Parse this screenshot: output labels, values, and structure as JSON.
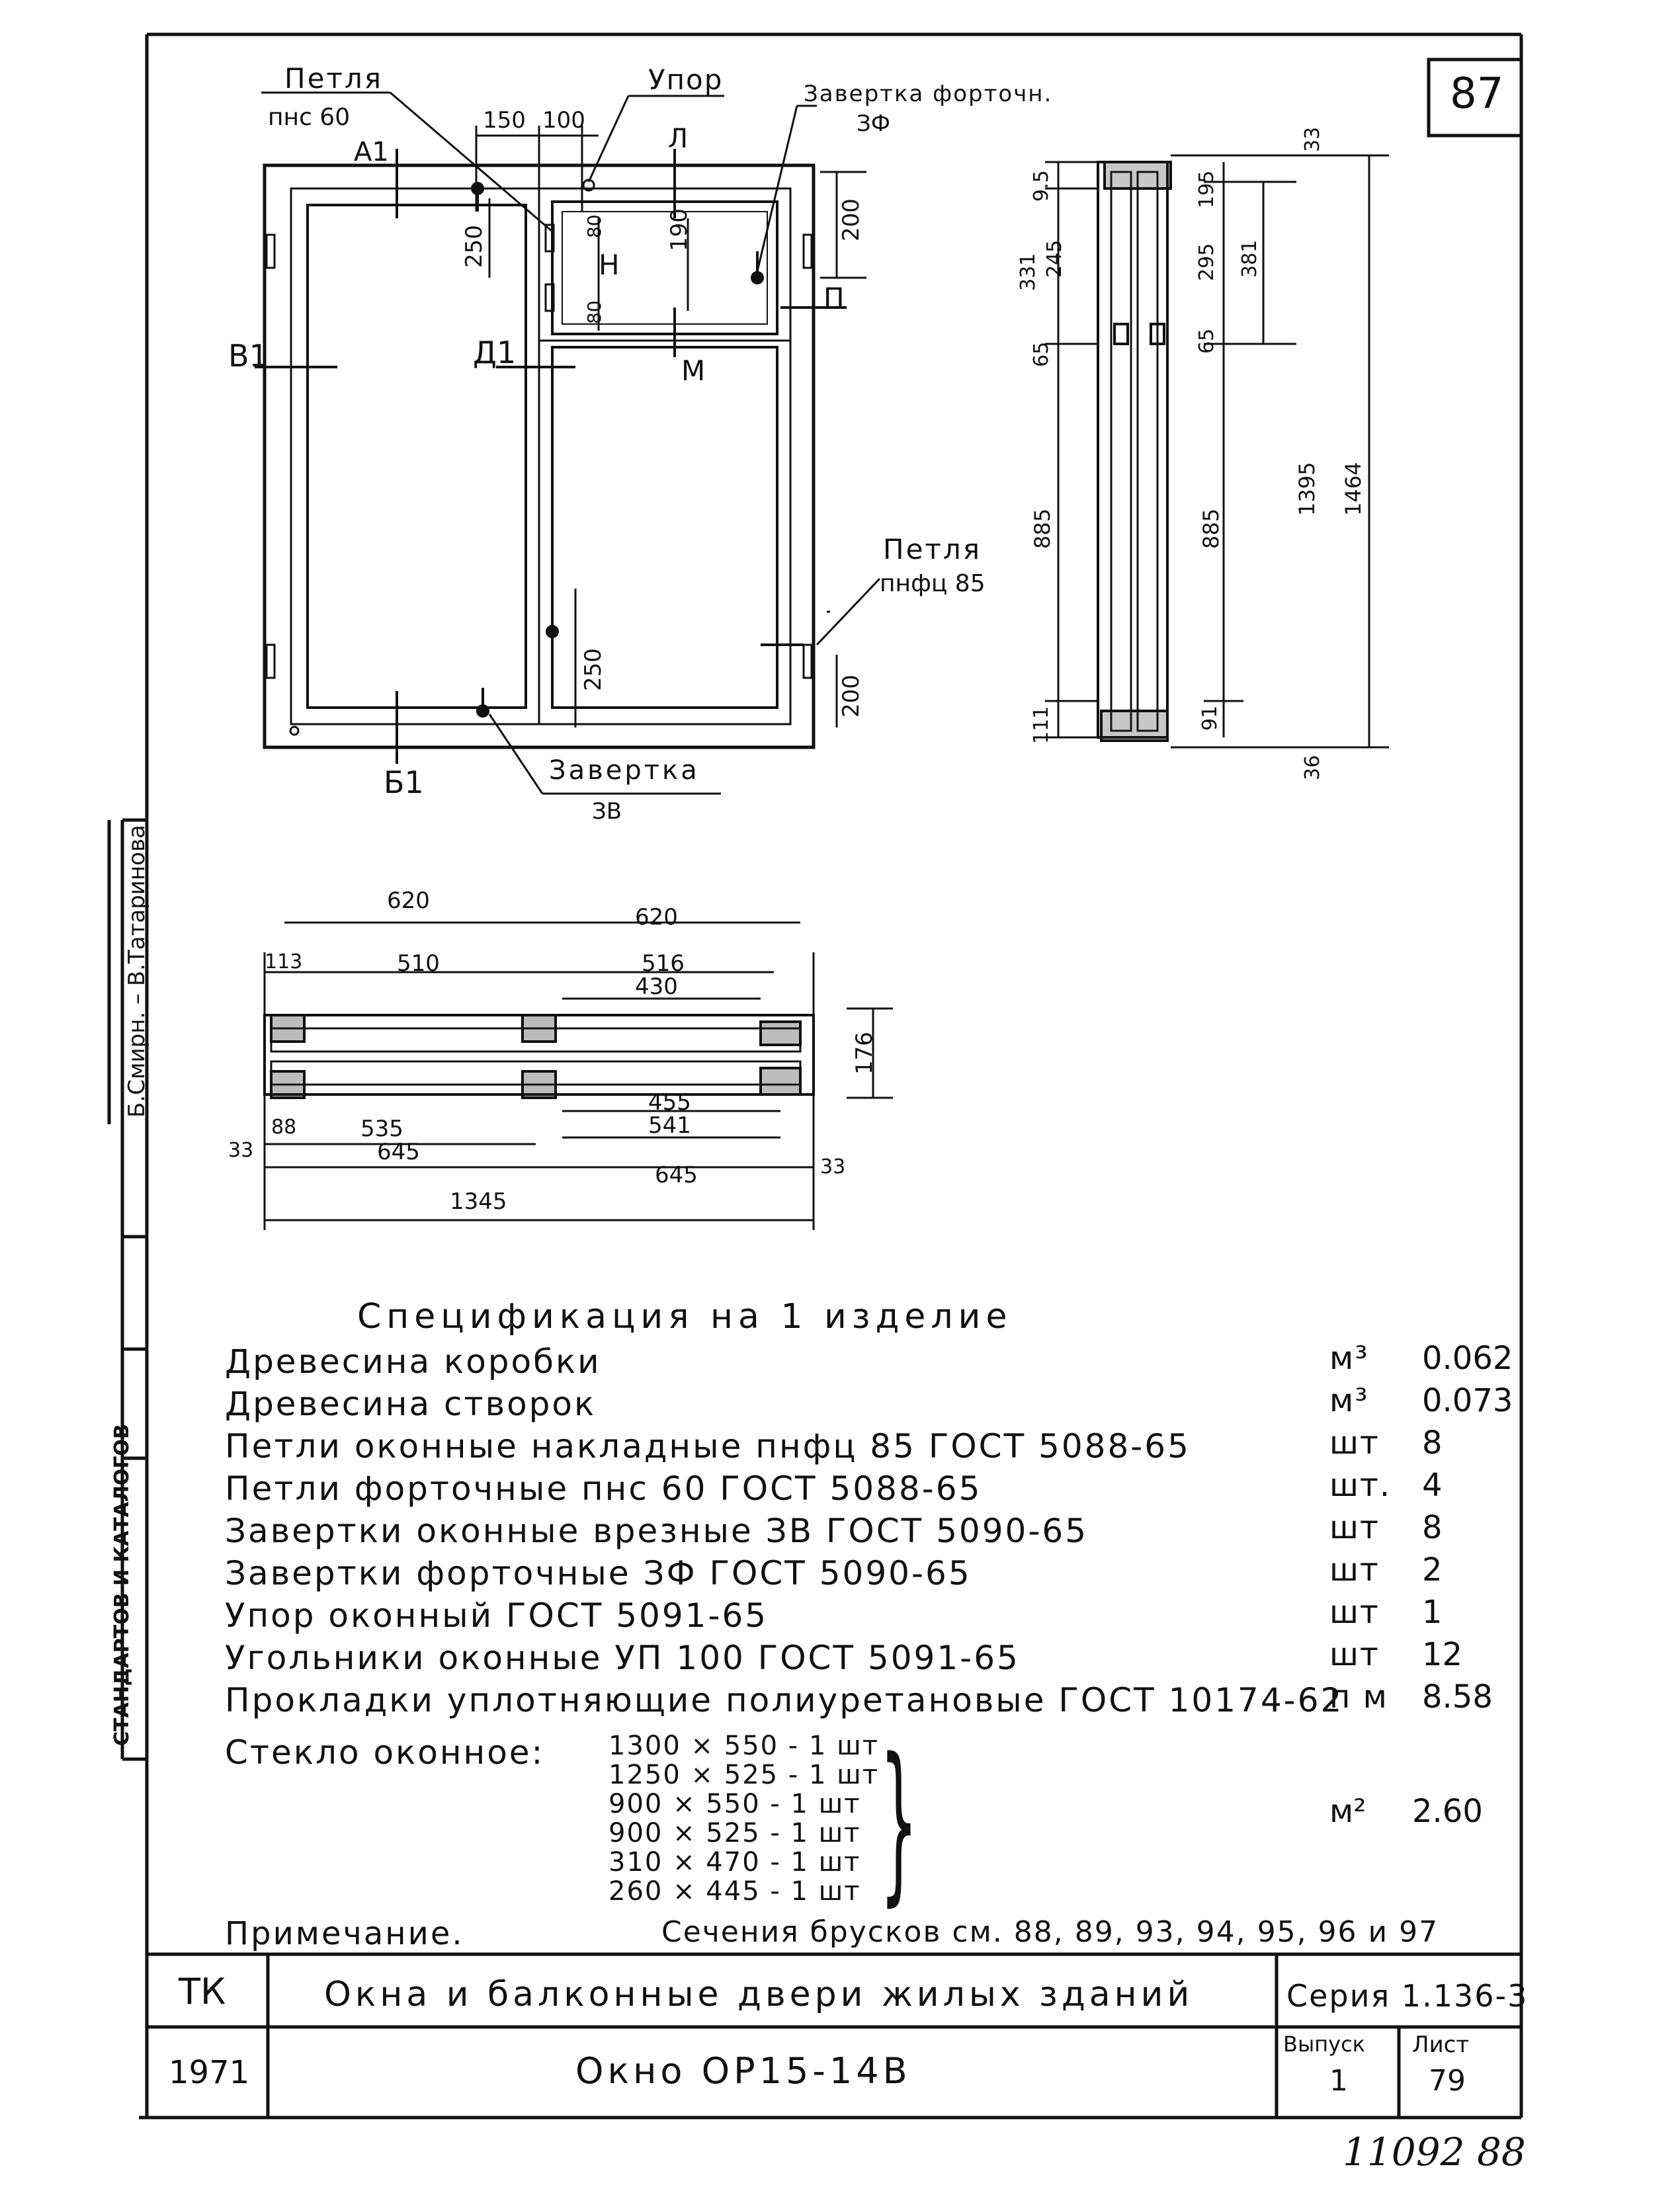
{
  "page_number": "87",
  "elevation": {
    "labels": {
      "petlya_top": "Петля",
      "petlya_top_code": "пнс 60",
      "upor": "Упор",
      "zavertka_fort": "Завертка форточн.",
      "zavertka_fort_code": "ЗФ",
      "a1_top": "А1",
      "l_top": "Л",
      "b1_left": "В1",
      "d1_mid": "Д1",
      "h_mark": "Н",
      "p_mark": "П",
      "m_mark": "М",
      "petlya_right": "Петля",
      "petlya_right_code": "пнфц 85",
      "b1_bottom": "Б1",
      "zavertka": "Завертка",
      "zavertka_code": "ЗВ"
    },
    "dims": {
      "d150": "150",
      "d100": "100",
      "d200_top": "200",
      "d250_top": "250",
      "d80_a": "80",
      "d80_b": "80",
      "d190": "190",
      "d250_bot": "250",
      "d200_bot": "200"
    }
  },
  "section_vertical": {
    "left_dims": [
      "9.5",
      "245",
      "331",
      "65",
      "885",
      "111"
    ],
    "right_dims": [
      "33",
      "195",
      "295",
      "381",
      "65",
      "885",
      "1395",
      "1464",
      "91",
      "36"
    ]
  },
  "section_horizontal": {
    "top_dims": [
      "620",
      "620",
      "113",
      "510",
      "516",
      "430"
    ],
    "right_dim": "176",
    "bottom_dims": [
      "455",
      "541",
      "88",
      "535",
      "33",
      "645",
      "645",
      "33",
      "1345"
    ]
  },
  "spec": {
    "title": "Спецификация на 1 изделие",
    "rows": [
      {
        "name": "Древесина коробки",
        "unit": "м³",
        "value": "0.062"
      },
      {
        "name": "Древесина створок",
        "unit": "м³",
        "value": "0.073"
      },
      {
        "name": "Петли оконные накладные пнфц 85 ГОСТ 5088-65",
        "unit": "шт",
        "value": "8"
      },
      {
        "name": "Петли форточные пнс 60 ГОСТ 5088-65",
        "unit": "шт.",
        "value": "4"
      },
      {
        "name": "Завертки оконные врезные ЗВ ГОСТ 5090-65",
        "unit": "шт",
        "value": "8"
      },
      {
        "name": "Завертки форточные ЗФ ГОСТ 5090-65",
        "unit": "шт",
        "value": "2"
      },
      {
        "name": "Упор оконный ГОСТ 5091-65",
        "unit": "шт",
        "value": "1"
      },
      {
        "name": "Угольники оконные УП 100 ГОСТ 5091-65",
        "unit": "шт",
        "value": "12"
      },
      {
        "name": "Прокладки уплотняющие полиуретановые ГОСТ 10174-62",
        "unit": "п м",
        "value": "8.58"
      }
    ],
    "glass_label": "Стекло оконное:",
    "glass_items": [
      "1300 × 550 - 1 шт",
      "1250 × 525 - 1 шт",
      "900 × 550 - 1 шт",
      "900 × 525 - 1 шт",
      "310 × 470 - 1 шт",
      "260 × 445 - 1 шт"
    ],
    "glass_unit": "м²",
    "glass_value": "2.60",
    "note_label": "Примечание.",
    "note_text": "Сечения брусков см. 88, 89, 93, 94, 95, 96 и 97"
  },
  "side_stamp": {
    "authors": "Б.Смирн. – В.Татаринова",
    "org": "Стандартов и каталогов"
  },
  "title_block": {
    "code": "ТК",
    "title": "Окна и балконные двери жилых зданий",
    "series_label": "Серия 1.136-3",
    "year": "1971",
    "drawing": "Окно ОР15-14В",
    "issue_label": "Выпуск",
    "issue_value": "1",
    "sheet_label": "Лист",
    "sheet_value": "79"
  },
  "footer_handwritten": "11092 88"
}
